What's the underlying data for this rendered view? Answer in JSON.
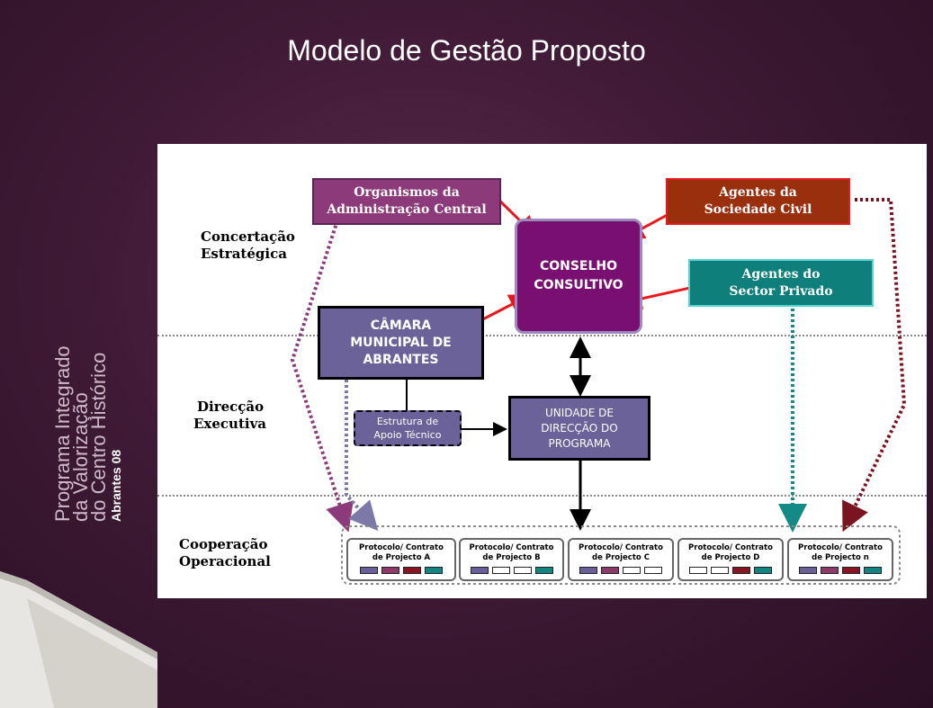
{
  "title": "Modelo de Gestão Proposto",
  "sidebar": {
    "line1": "Programa Integrado",
    "line2": "da Valorização",
    "line3": "do Centro Histórico",
    "line4": "Abrantes 08"
  },
  "levels": {
    "concertacao": [
      "Concertação",
      "Estratégica"
    ],
    "direccao": [
      "Direcção",
      "Executiva"
    ],
    "cooperacao": [
      "Cooperação",
      "Operacional"
    ]
  },
  "boxes": {
    "organismos": [
      "Organismos da",
      "Administração Central"
    ],
    "agentes_civil": [
      "Agentes da",
      "Sociedade Civil"
    ],
    "agentes_privado": [
      "Agentes do",
      "Sector Privado"
    ],
    "conselho": [
      "CONSELHO",
      "CONSULTIVO"
    ],
    "camara": [
      "CÂMARA",
      "MUNICIPAL DE",
      "ABRANTES"
    ],
    "estrutura": [
      "Estrutura de",
      "Apoio Técnico"
    ],
    "unidade": [
      "UNIDADE DE",
      "DIRECÇÃO DO",
      "PROGRAMA"
    ]
  },
  "protocols": [
    {
      "line1": "Protocolo/ Contrato",
      "line2": "de Projecto A",
      "chips": [
        "#6b5f9a",
        "#8c3a6a",
        "#8a1421",
        "#13847f"
      ]
    },
    {
      "line1": "Protocolo/ Contrato",
      "line2": "de Projecto B",
      "chips": [
        "#6b5f9a",
        "#ffffff",
        "#ffffff",
        "#13847f"
      ]
    },
    {
      "line1": "Protocolo/ Contrato",
      "line2": "de Projecto C",
      "chips": [
        "#6b5f9a",
        "#8c3a6a",
        "#ffffff",
        "#ffffff"
      ]
    },
    {
      "line1": "Protocolo/ Contrato",
      "line2": "de Projecto D",
      "chips": [
        "#ffffff",
        "#ffffff",
        "#8a1421",
        "#13847f"
      ]
    },
    {
      "line1": "Protocolo/ Contrato",
      "line2": "de Projecto n",
      "chips": [
        "#6b5f9a",
        "#8c3a6a",
        "#8a1421",
        "#13847f"
      ]
    }
  ],
  "colors": {
    "organismos": "#8c3a7a",
    "agentes_civil": "#9a2f0e",
    "agentes_privado": "#0e7f7a",
    "conselho": "#7a0f72",
    "camara": "#6a6298",
    "unidade": "#6a6298",
    "estrutura": "#6a6298"
  }
}
